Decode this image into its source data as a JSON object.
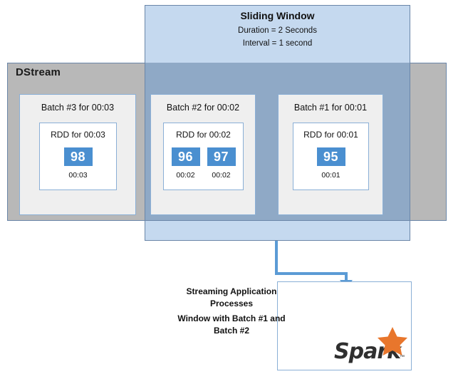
{
  "diagram": {
    "dstream": {
      "label": "DStream"
    },
    "sliding_window": {
      "title": "Sliding Window",
      "duration": "Duration = 2 Seconds",
      "interval": "Interval = 1 second"
    },
    "batches": [
      {
        "title": "Batch #3 for 00:03",
        "rdd_title": "RDD for 00:03",
        "records": [
          {
            "value": "98",
            "timestamp": "00:03"
          }
        ]
      },
      {
        "title": "Batch #2 for 00:02",
        "rdd_title": "RDD for 00:02",
        "records": [
          {
            "value": "96",
            "timestamp": "00:02"
          },
          {
            "value": "97",
            "timestamp": "00:02"
          }
        ]
      },
      {
        "title": "Batch #1 for 00:01",
        "rdd_title": "RDD for 00:01",
        "records": [
          {
            "value": "95",
            "timestamp": "00:01"
          }
        ]
      }
    ],
    "output": {
      "line1": "Streaming Application",
      "line2": "Processes",
      "line3": "Window with Batch #1 and",
      "line4": "Batch #2",
      "logo_text": "Spark",
      "logo_tm": "™"
    },
    "colors": {
      "dstream_fill": "#b8b8b8",
      "window_fill": "#c5d9ef",
      "window_overlap_fill": "#8fa9c6",
      "border_blue": "#6a86a8",
      "box_border": "#8aafd6",
      "batch_fill": "#efefef",
      "chip_fill": "#4a8fd0",
      "arrow": "#5b9bd5",
      "spark_orange": "#e8762c",
      "spark_dark": "#2f2f2f"
    }
  }
}
